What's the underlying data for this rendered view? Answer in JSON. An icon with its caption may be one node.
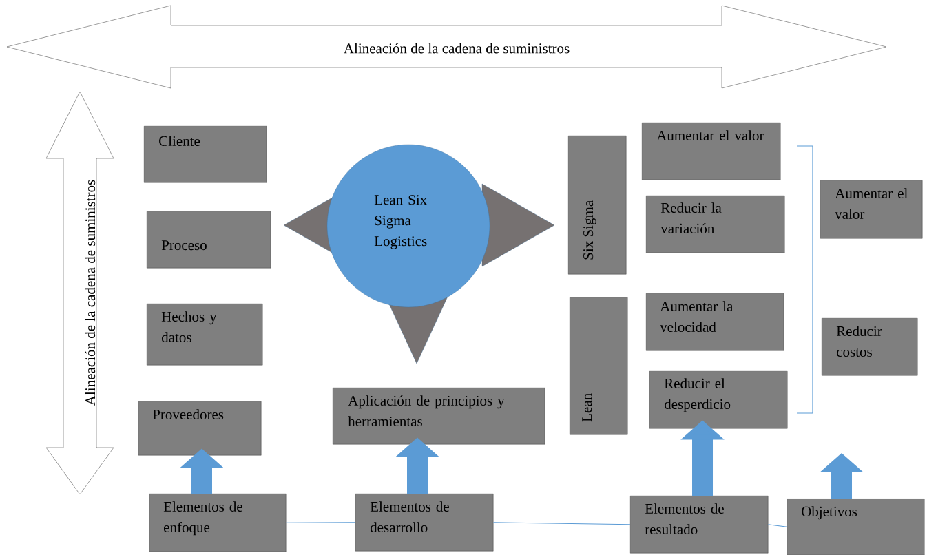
{
  "diagram": {
    "nodes": [
      {
        "text": [
          "Alineación de la cadena de suministros"
        ]
      },
      {
        "text": [
          "Alineación de la cadena de suministros"
        ]
      },
      {
        "text": [
          "Cliente"
        ]
      },
      {
        "text": [
          "Proceso"
        ]
      },
      {
        "text": [
          "Hechos y datos"
        ]
      },
      {
        "text": [
          "Proveedores"
        ]
      },
      {
        "text": [
          "Lean Six Sigma Logistics"
        ]
      },
      {
        "text": [
          "Aplicación de principios y herramientas"
        ]
      },
      {
        "text": [
          "Six Sigma"
        ]
      },
      {
        "text": [
          "Aumentar el valor"
        ]
      },
      {
        "text": [
          "Reducir la variación"
        ]
      },
      {
        "text": [
          "Lean"
        ]
      },
      {
        "text": [
          "Aumentar la velocidad"
        ]
      },
      {
        "text": [
          "Reducir el desperdicio"
        ]
      },
      {
        "text": [
          "Aumentar el valor"
        ]
      },
      {
        "text": [
          "Reducir costos"
        ]
      },
      {
        "text": [
          "Elementos de enfoque"
        ]
      },
      {
        "text": [
          "Elementos de desarrollo"
        ]
      },
      {
        "text": [
          "Elementos de resultado"
        ]
      },
      {
        "text": [
          "Objetivos"
        ]
      }
    ],
    "edges": [
      {
        "from": 16,
        "to": 5,
        "arrow": "to"
      },
      {
        "from": 17,
        "to": 7,
        "arrow": "to"
      },
      {
        "from": 18,
        "to": 13,
        "arrow": "to"
      },
      {
        "from": 19,
        "to": null,
        "arrow": "to"
      },
      {
        "from": 16,
        "to": 17,
        "arrow": "none"
      },
      {
        "from": 17,
        "to": 18,
        "arrow": "none"
      },
      {
        "from": 18,
        "to": 19,
        "arrow": "none"
      }
    ]
  }
}
